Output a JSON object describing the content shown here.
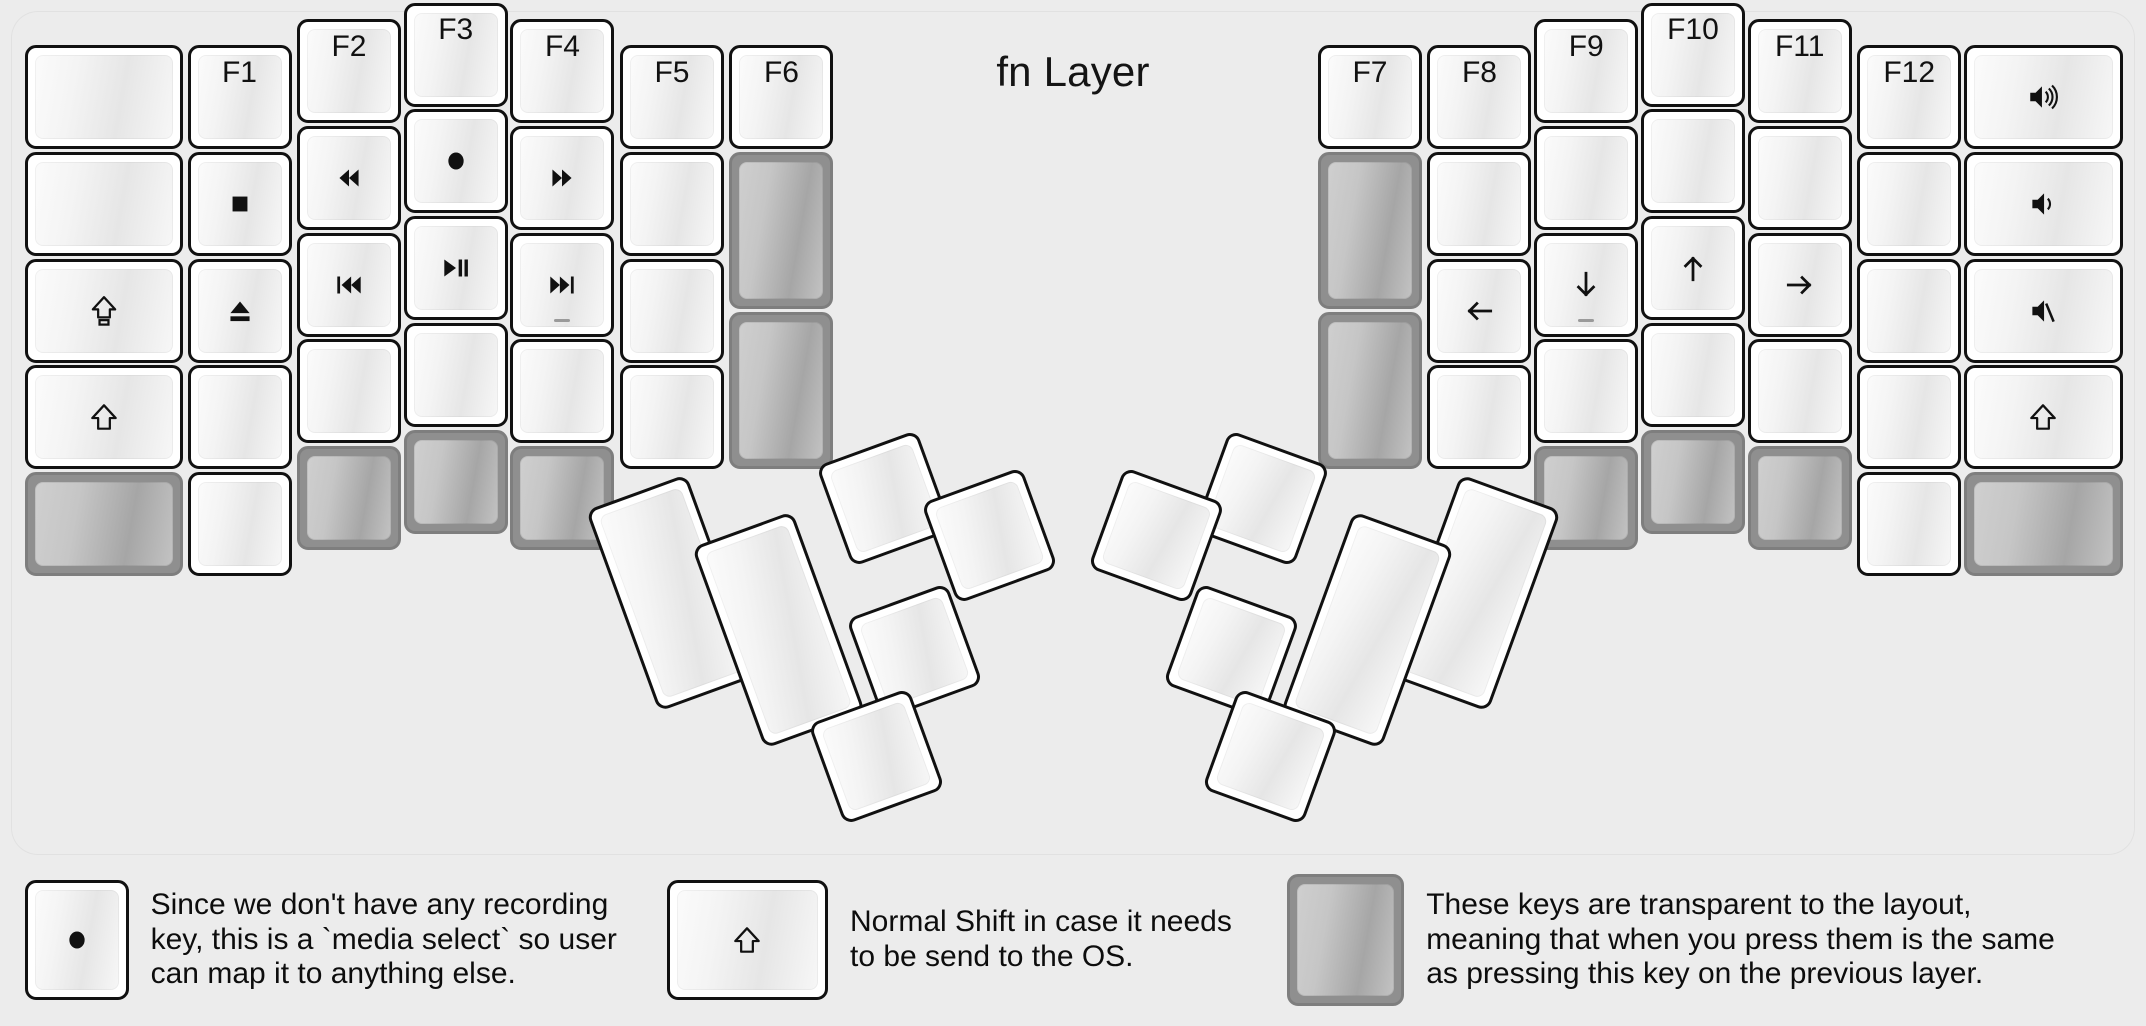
{
  "page": {
    "title": "fn Layer",
    "background_color": "#ececec",
    "key_face_color": "#ffffff",
    "key_border_color": "#111111",
    "transparent_key_color": "#8f8f8f",
    "transparent_cap_color": "#b8b8b8",
    "legend_text_color": "#0d0d0d"
  },
  "keyboard": {
    "name": "split-ergonomic-keyboard",
    "halves": [
      "left",
      "right"
    ],
    "left_matrix": {
      "columns": [
        {
          "name": "col-outer-left",
          "width_units": 1.5,
          "keys": [
            {
              "legend": "",
              "icon": "",
              "type": "normal"
            },
            {
              "legend": "",
              "icon": "",
              "type": "normal"
            },
            {
              "legend": "",
              "icon": "caps-lock-shift-icon",
              "type": "normal"
            },
            {
              "legend": "",
              "icon": "shift-icon",
              "type": "normal"
            },
            {
              "legend": "",
              "icon": "",
              "type": "transparent"
            }
          ]
        },
        {
          "name": "col-pinky",
          "width_units": 1,
          "keys": [
            {
              "legend": "F1",
              "icon": "",
              "type": "normal"
            },
            {
              "legend": "",
              "icon": "media-stop-icon",
              "type": "normal"
            },
            {
              "legend": "",
              "icon": "media-eject-icon",
              "type": "normal"
            },
            {
              "legend": "",
              "icon": "",
              "type": "normal"
            },
            {
              "legend": "",
              "icon": "",
              "type": "normal"
            }
          ]
        },
        {
          "name": "col-ring",
          "width_units": 1,
          "keys": [
            {
              "legend": "F2",
              "icon": "",
              "type": "normal"
            },
            {
              "legend": "",
              "icon": "media-rewind-icon",
              "type": "normal"
            },
            {
              "legend": "",
              "icon": "media-previous-icon",
              "type": "normal"
            },
            {
              "legend": "",
              "icon": "",
              "type": "normal"
            },
            {
              "legend": "",
              "icon": "",
              "type": "transparent"
            }
          ]
        },
        {
          "name": "col-middle",
          "width_units": 1,
          "keys": [
            {
              "legend": "F3",
              "icon": "",
              "type": "normal"
            },
            {
              "legend": "",
              "icon": "media-record-icon",
              "type": "normal"
            },
            {
              "legend": "",
              "icon": "media-play-pause-icon",
              "type": "normal"
            },
            {
              "legend": "",
              "icon": "",
              "type": "normal"
            },
            {
              "legend": "",
              "icon": "",
              "type": "transparent"
            }
          ]
        },
        {
          "name": "col-index",
          "width_units": 1,
          "keys": [
            {
              "legend": "F4",
              "icon": "",
              "type": "normal"
            },
            {
              "legend": "",
              "icon": "media-fast-forward-icon",
              "type": "normal"
            },
            {
              "legend": "",
              "icon": "media-next-icon",
              "type": "normal",
              "homing": true
            },
            {
              "legend": "",
              "icon": "",
              "type": "normal"
            },
            {
              "legend": "",
              "icon": "",
              "type": "transparent"
            }
          ]
        },
        {
          "name": "col-inner-1",
          "width_units": 1,
          "keys": [
            {
              "legend": "F5",
              "icon": "",
              "type": "normal"
            },
            {
              "legend": "",
              "icon": "",
              "type": "normal"
            },
            {
              "legend": "",
              "icon": "",
              "type": "normal"
            },
            {
              "legend": "",
              "icon": "",
              "type": "normal"
            }
          ]
        },
        {
          "name": "col-inner-2",
          "width_units": 1,
          "keys": [
            {
              "legend": "F6",
              "icon": "",
              "type": "normal"
            },
            {
              "legend": "",
              "icon": "",
              "type": "transparent",
              "height_units": 1.5
            },
            {
              "legend": "",
              "icon": "",
              "type": "transparent",
              "height_units": 1.5
            }
          ]
        }
      ]
    },
    "right_matrix": {
      "columns": [
        {
          "name": "col-inner-2",
          "width_units": 1,
          "keys": [
            {
              "legend": "F7",
              "icon": "",
              "type": "normal"
            },
            {
              "legend": "",
              "icon": "",
              "type": "transparent",
              "height_units": 1.5
            },
            {
              "legend": "",
              "icon": "",
              "type": "transparent",
              "height_units": 1.5
            }
          ]
        },
        {
          "name": "col-inner-1",
          "width_units": 1,
          "keys": [
            {
              "legend": "F8",
              "icon": "",
              "type": "normal"
            },
            {
              "legend": "",
              "icon": "",
              "type": "normal"
            },
            {
              "legend": "",
              "icon": "arrow-left-icon",
              "type": "normal"
            },
            {
              "legend": "",
              "icon": "",
              "type": "normal"
            }
          ]
        },
        {
          "name": "col-index",
          "width_units": 1,
          "keys": [
            {
              "legend": "F9",
              "icon": "",
              "type": "normal"
            },
            {
              "legend": "",
              "icon": "",
              "type": "normal"
            },
            {
              "legend": "",
              "icon": "arrow-down-icon",
              "type": "normal",
              "homing": true
            },
            {
              "legend": "",
              "icon": "",
              "type": "normal"
            },
            {
              "legend": "",
              "icon": "",
              "type": "transparent"
            }
          ]
        },
        {
          "name": "col-middle",
          "width_units": 1,
          "keys": [
            {
              "legend": "F10",
              "icon": "",
              "type": "normal"
            },
            {
              "legend": "",
              "icon": "",
              "type": "normal"
            },
            {
              "legend": "",
              "icon": "arrow-up-icon",
              "type": "normal"
            },
            {
              "legend": "",
              "icon": "",
              "type": "normal"
            },
            {
              "legend": "",
              "icon": "",
              "type": "transparent"
            }
          ]
        },
        {
          "name": "col-ring",
          "width_units": 1,
          "keys": [
            {
              "legend": "F11",
              "icon": "",
              "type": "normal"
            },
            {
              "legend": "",
              "icon": "",
              "type": "normal"
            },
            {
              "legend": "",
              "icon": "arrow-right-icon",
              "type": "normal"
            },
            {
              "legend": "",
              "icon": "",
              "type": "normal"
            },
            {
              "legend": "",
              "icon": "",
              "type": "transparent"
            }
          ]
        },
        {
          "name": "col-pinky",
          "width_units": 1,
          "keys": [
            {
              "legend": "F12",
              "icon": "",
              "type": "normal"
            },
            {
              "legend": "",
              "icon": "",
              "type": "normal"
            },
            {
              "legend": "",
              "icon": "",
              "type": "normal"
            },
            {
              "legend": "",
              "icon": "",
              "type": "normal"
            },
            {
              "legend": "",
              "icon": "",
              "type": "normal"
            }
          ]
        },
        {
          "name": "col-outer-right",
          "width_units": 1.5,
          "keys": [
            {
              "legend": "",
              "icon": "volume-up-icon",
              "type": "normal"
            },
            {
              "legend": "",
              "icon": "volume-down-icon",
              "type": "normal"
            },
            {
              "legend": "",
              "icon": "volume-mute-icon",
              "type": "normal"
            },
            {
              "legend": "",
              "icon": "shift-icon",
              "type": "normal"
            },
            {
              "legend": "",
              "icon": "",
              "type": "transparent"
            }
          ]
        }
      ]
    },
    "left_thumb_cluster": {
      "name": "left-thumb-cluster",
      "rotation_deg": -20,
      "keys": [
        {
          "legend": "",
          "icon": "",
          "type": "normal",
          "size": "2u-tall"
        },
        {
          "legend": "",
          "icon": "",
          "type": "normal",
          "size": "2u-tall"
        },
        {
          "legend": "",
          "icon": "",
          "type": "normal",
          "size": "1u"
        },
        {
          "legend": "",
          "icon": "",
          "type": "normal",
          "size": "1u"
        },
        {
          "legend": "",
          "icon": "",
          "type": "normal",
          "size": "1u"
        },
        {
          "legend": "",
          "icon": "",
          "type": "normal",
          "size": "1u"
        }
      ]
    },
    "right_thumb_cluster": {
      "name": "right-thumb-cluster",
      "rotation_deg": 20,
      "keys": [
        {
          "legend": "",
          "icon": "",
          "type": "normal",
          "size": "2u-tall"
        },
        {
          "legend": "",
          "icon": "",
          "type": "normal",
          "size": "2u-tall"
        },
        {
          "legend": "",
          "icon": "",
          "type": "normal",
          "size": "1u"
        },
        {
          "legend": "",
          "icon": "",
          "type": "normal",
          "size": "1u"
        },
        {
          "legend": "",
          "icon": "",
          "type": "normal",
          "size": "1u"
        },
        {
          "legend": "",
          "icon": "",
          "type": "normal",
          "size": "1u"
        }
      ]
    }
  },
  "legend": {
    "items": [
      {
        "name": "legend-media-select",
        "icon": "media-record-icon",
        "key_type": "normal",
        "text": "Since we don't have any recording\nkey, this is a `media select` so user\ncan map it to anything else."
      },
      {
        "name": "legend-normal-shift",
        "icon": "shift-icon",
        "key_type": "normal",
        "text": "Normal Shift in case it needs\nto be send to the OS."
      },
      {
        "name": "legend-transparent-keys",
        "icon": "",
        "key_type": "transparent",
        "text": "These keys are transparent to the layout,\nmeaning that when you press them is the same\nas pressing this key on the previous layer."
      }
    ]
  }
}
